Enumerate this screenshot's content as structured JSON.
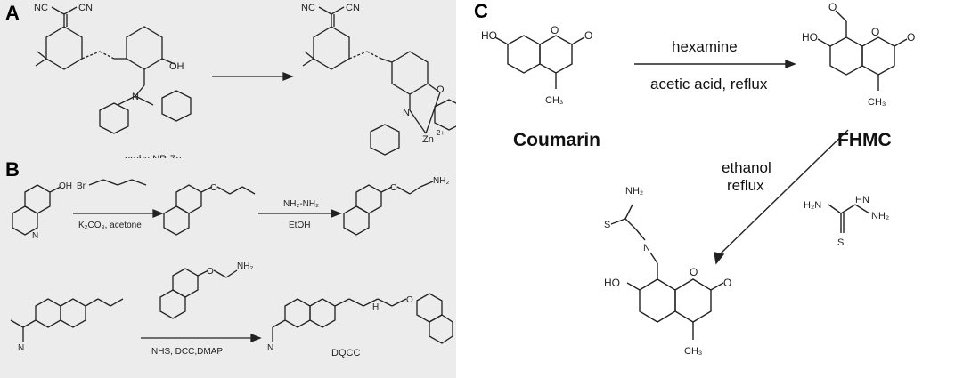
{
  "panels": {
    "A": {
      "label": "A",
      "caption": "probe NR-Zn",
      "atoms": {
        "cn": "CN",
        "nc": "NC",
        "oh": "OH",
        "n": "N",
        "o": "O",
        "zn": "Zn",
        "charge": "2+"
      }
    },
    "B": {
      "label": "B",
      "reagent1": "K₂CO₃, acetone",
      "reagent2_top": "NH₂-NH₂",
      "reagent2_bottom": "EtOH",
      "reagent3": "NHS, DCC,DMAP",
      "product": "DQCC",
      "atoms": {
        "oh": "OH",
        "br": "Br",
        "o": "O",
        "n": "N",
        "nh2": "NH₂",
        "nh": "N",
        "h": "H"
      }
    },
    "C": {
      "label": "C",
      "reagent_top": "hexamine",
      "reagent_bottom": "acetic acid, reflux",
      "reagent_side_1": "ethanol",
      "reagent_side_2": "reflux",
      "name_start": "Coumarin",
      "name_product": "FHMC",
      "atoms": {
        "ho": "HO",
        "o": "O",
        "ch3": "CH₃",
        "nh2": "NH₂",
        "h2n": "H₂N",
        "hn": "HN",
        "s": "S",
        "n": "N"
      }
    }
  }
}
